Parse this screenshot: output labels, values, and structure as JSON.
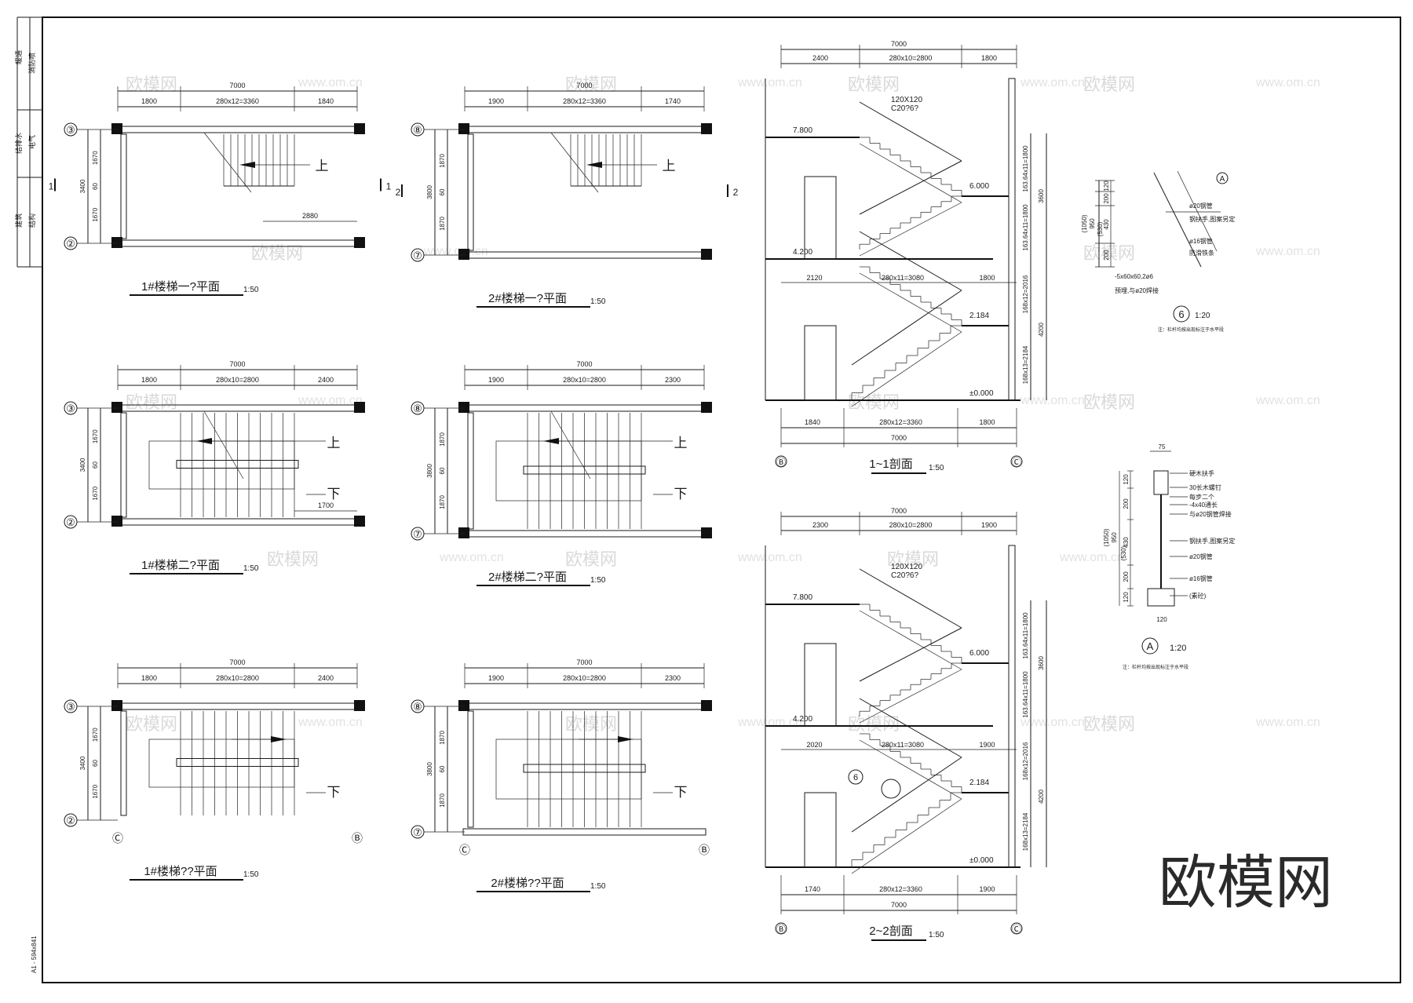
{
  "title_block": {
    "cells": [
      "暖通",
      "消防喷",
      "给排水",
      "电气",
      "建筑",
      "结构"
    ],
    "sheet_size": "A1 - 594x841"
  },
  "watermarks": {
    "brand": "欧模网",
    "url": "www.om.cn"
  },
  "plans": [
    {
      "id": "p1",
      "title": "1#楼梯一?平面",
      "scale": "1:50",
      "top_total": "7000",
      "top_dims": [
        "1800",
        "280x12=3360",
        "1840"
      ],
      "axis_top": "③",
      "axis_bot": "②",
      "axis_alt": "",
      "left_dims": [
        "1670",
        "60",
        "1670"
      ],
      "left_total": "3400",
      "up": "上",
      "down": "",
      "extra_dim": "2880",
      "cut": "1"
    },
    {
      "id": "p2",
      "title": "2#楼梯一?平面",
      "scale": "1:50",
      "top_total": "7000",
      "top_dims": [
        "1900",
        "280x12=3360",
        "1740"
      ],
      "axis_top": "⑧",
      "axis_bot": "⑦",
      "axis_alt": "",
      "left_dims": [
        "1870",
        "60",
        "1870"
      ],
      "left_total": "3800",
      "up": "上",
      "down": "",
      "extra_dim": "",
      "cut": "2"
    },
    {
      "id": "p3",
      "title": "1#楼梯二?平面",
      "scale": "1:50",
      "top_total": "7000",
      "top_dims": [
        "1800",
        "280x10=2800",
        "2400"
      ],
      "axis_top": "③",
      "axis_bot": "②",
      "axis_alt": "",
      "left_dims": [
        "1670",
        "60",
        "1670"
      ],
      "left_total": "3400",
      "up": "上",
      "down": "下",
      "extra_dim": "1700",
      "cut": ""
    },
    {
      "id": "p4",
      "title": "2#楼梯二?平面",
      "scale": "1:50",
      "top_total": "7000",
      "top_dims": [
        "1900",
        "280x10=2800",
        "2300"
      ],
      "axis_top": "⑧",
      "axis_bot": "⑦",
      "axis_alt": "",
      "left_dims": [
        "1870",
        "60",
        "1870"
      ],
      "left_total": "3800",
      "up": "上",
      "down": "下",
      "extra_dim": "",
      "cut": ""
    },
    {
      "id": "p5",
      "title": "1#楼梯??平面",
      "scale": "1:50",
      "top_total": "7000",
      "top_dims": [
        "1800",
        "280x10=2800",
        "2400"
      ],
      "axis_top": "③",
      "axis_bot": "②",
      "axis_alt": [
        "Ⓒ",
        "Ⓑ"
      ],
      "left_dims": [
        "1670",
        "60",
        "1670"
      ],
      "left_total": "3400",
      "up": "",
      "down": "下",
      "extra_dim": "",
      "cut": ""
    },
    {
      "id": "p6",
      "title": "2#楼梯??平面",
      "scale": "1:50",
      "top_total": "7000",
      "top_dims": [
        "1900",
        "280x10=2800",
        "2300"
      ],
      "axis_top": "⑧",
      "axis_bot": "⑦",
      "axis_alt": [
        "Ⓒ",
        "Ⓑ"
      ],
      "left_dims": [
        "1870",
        "60",
        "1870"
      ],
      "left_total": "3800",
      "up": "",
      "down": "下",
      "extra_dim": "",
      "cut": ""
    }
  ],
  "sections": [
    {
      "id": "s1",
      "title": "1~1剖面",
      "scale": "1:50",
      "top_total": "7000",
      "top_dims": [
        "2400",
        "280x10=2800",
        "1800"
      ],
      "mid_dims": [
        "2120",
        "280x11=3080",
        "1800"
      ],
      "bot_dims": [
        "1840",
        "280x12=3360",
        "1800"
      ],
      "bot_total": "7000",
      "levels": [
        "7.800",
        "6.000",
        "4.200",
        "2.184",
        "±0.000"
      ],
      "beam": "120X120",
      "beam2": "C20?6?",
      "right_dims": [
        "163.64x11=1800",
        "163.64x11=1800",
        "168x12=2016",
        "168x13=2184"
      ],
      "right_totals": [
        "3600",
        "4200"
      ],
      "axis": [
        "Ⓑ",
        "Ⓒ"
      ]
    },
    {
      "id": "s2",
      "title": "2~2剖面",
      "scale": "1:50",
      "top_total": "7000",
      "top_dims": [
        "2300",
        "280x10=2800",
        "1900"
      ],
      "mid_dims": [
        "2020",
        "280x11=3080",
        "1900"
      ],
      "bot_dims": [
        "1740",
        "280x12=3360",
        "1900"
      ],
      "bot_total": "7000",
      "levels": [
        "7.800",
        "6.000",
        "4.200",
        "2.184",
        "±0.000"
      ],
      "beam": "120X120",
      "beam2": "C20?6?",
      "right_dims": [
        "163.64x11=1800",
        "163.64x11=1800",
        "168x12=2016",
        "168x13=2184"
      ],
      "right_totals": [
        "3600",
        "4200"
      ],
      "axis": [
        "Ⓑ",
        "Ⓒ"
      ],
      "detail_ref": "6"
    }
  ],
  "details": [
    {
      "id": "d6",
      "label": "6",
      "scale": "1:20",
      "dims": [
        "120",
        "200",
        "430",
        "200"
      ],
      "totals": [
        "950",
        "(1050)",
        "(530)"
      ],
      "notes": [
        "ø20钢管",
        "钢扶手,图案另定",
        "ø16钢管",
        "防滑铁条",
        "-5x60x60,2ø6",
        "预埋,与ø20焊接"
      ],
      "note": "注：栏杆均按出现标注于水平段"
    },
    {
      "id": "dA",
      "label": "A",
      "scale": "1:20",
      "dims": [
        "120",
        "200",
        "430",
        "200",
        "120"
      ],
      "totals": [
        "950",
        "(1050)",
        "(530)"
      ],
      "top_dim": "75",
      "bot_dim": "120",
      "notes": [
        "硬木扶手",
        "30长木螺钉",
        "每步二个",
        "-4x40通长",
        "与ø20钢管焊接",
        "钢扶手,图案另定",
        "ø20钢管",
        "ø16钢管",
        "(素砼)"
      ],
      "note": "注：栏杆均按出现标注于水平段"
    }
  ]
}
